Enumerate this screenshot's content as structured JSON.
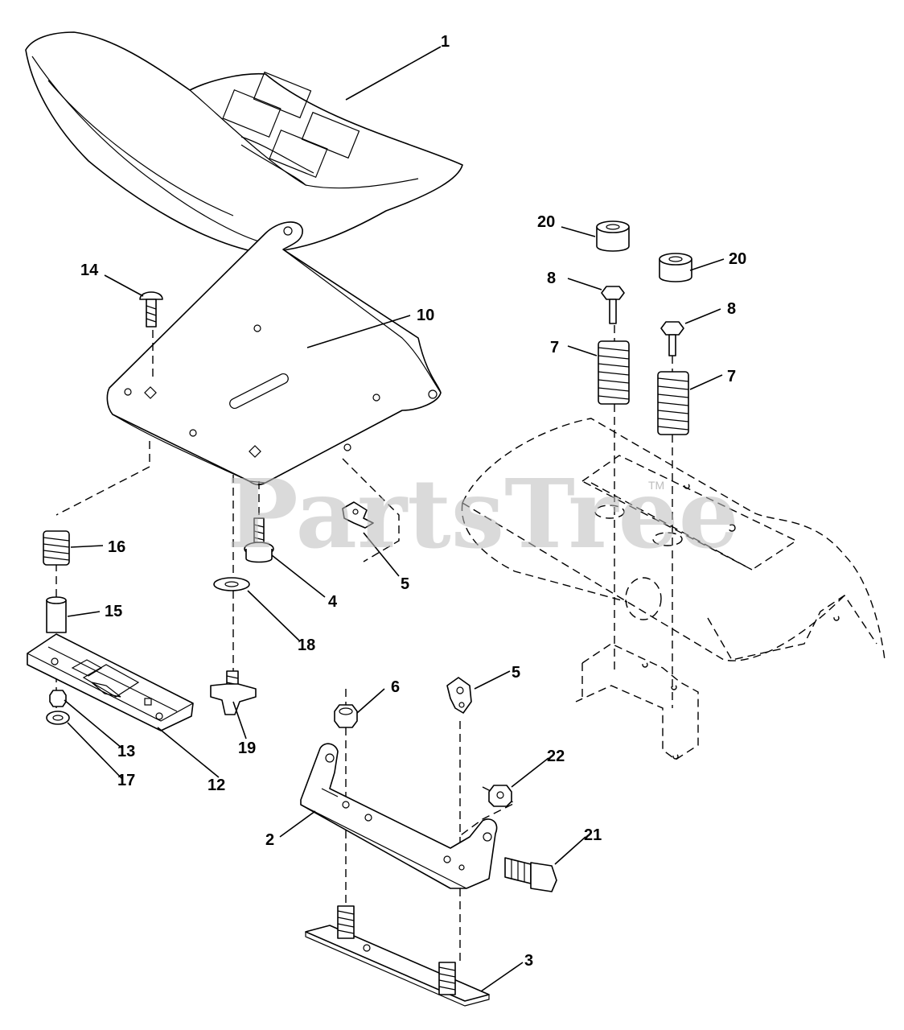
{
  "watermark": {
    "text": "PartsTree",
    "trademark": "TM"
  },
  "callouts": [
    {
      "id": "c1",
      "label": "1"
    },
    {
      "id": "c14",
      "label": "14"
    },
    {
      "id": "c10",
      "label": "10"
    },
    {
      "id": "c20a",
      "label": "20"
    },
    {
      "id": "c20b",
      "label": "20"
    },
    {
      "id": "c8a",
      "label": "8"
    },
    {
      "id": "c8b",
      "label": "8"
    },
    {
      "id": "c7a",
      "label": "7"
    },
    {
      "id": "c7b",
      "label": "7"
    },
    {
      "id": "c16",
      "label": "16"
    },
    {
      "id": "c15",
      "label": "15"
    },
    {
      "id": "c5a",
      "label": "5"
    },
    {
      "id": "c4",
      "label": "4"
    },
    {
      "id": "c18",
      "label": "18"
    },
    {
      "id": "c13",
      "label": "13"
    },
    {
      "id": "c17",
      "label": "17"
    },
    {
      "id": "c12",
      "label": "12"
    },
    {
      "id": "c19",
      "label": "19"
    },
    {
      "id": "c6",
      "label": "6"
    },
    {
      "id": "c5b",
      "label": "5"
    },
    {
      "id": "c22",
      "label": "22"
    },
    {
      "id": "c2",
      "label": "2"
    },
    {
      "id": "c21",
      "label": "21"
    },
    {
      "id": "c3",
      "label": "3"
    }
  ]
}
